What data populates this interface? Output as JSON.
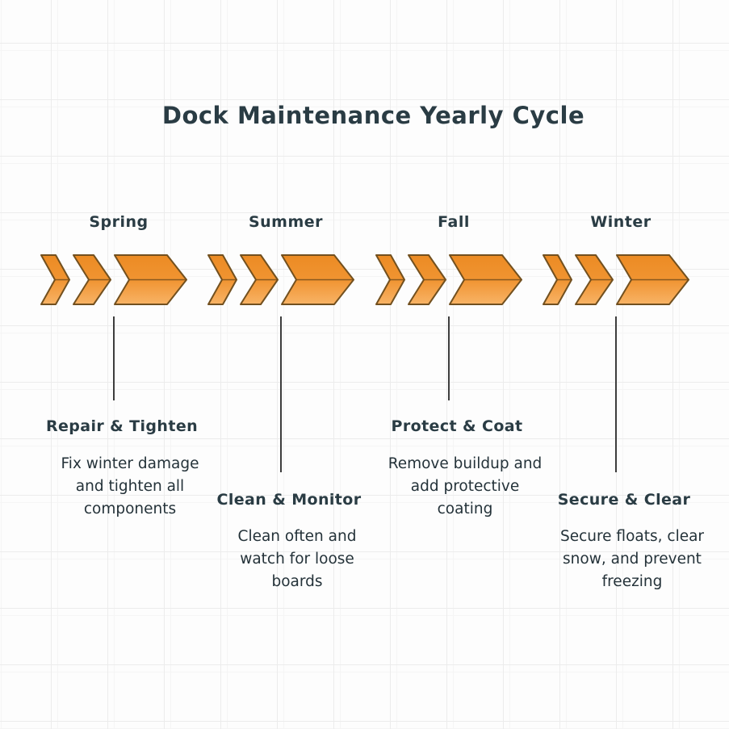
{
  "title": "Dock Maintenance Yearly Cycle",
  "seasons": [
    {
      "name": "Spring",
      "heading": "Repair & Tighten",
      "description": "Fix winter damage and tighten all components",
      "lines": [
        "Fix winter damage",
        "and tighten all",
        "components"
      ],
      "text_position": "upper"
    },
    {
      "name": "Summer",
      "heading": "Clean & Monitor",
      "description": "Clean often and watch for loose boards",
      "lines": [
        "Clean often and",
        "watch for loose",
        "boards"
      ],
      "text_position": "lower"
    },
    {
      "name": "Fall",
      "heading": "Protect & Coat",
      "description": "Remove buildup and add protective coating",
      "lines": [
        "Remove buildup and",
        "add protective",
        "coating"
      ],
      "text_position": "upper"
    },
    {
      "name": "Winter",
      "heading": "Secure & Clear",
      "description": "Secure floats, clear snow, and prevent freezing",
      "lines": [
        "Secure floats, clear",
        "snow, and prevent",
        "freezing"
      ],
      "text_position": "lower"
    }
  ],
  "colors": {
    "chevron_fill_top": "#ec8b24",
    "chevron_fill_mid": "#f09431",
    "chevron_fill_bottom": "#f8b366",
    "chevron_outline": "#72501f",
    "chevron_seam": "#7c521c",
    "heading_text": "#2a3c44",
    "body_text": "#243239",
    "connector_line": "#3d3d3d",
    "background": "#fdfdfd",
    "grid_line": "#ececec"
  }
}
